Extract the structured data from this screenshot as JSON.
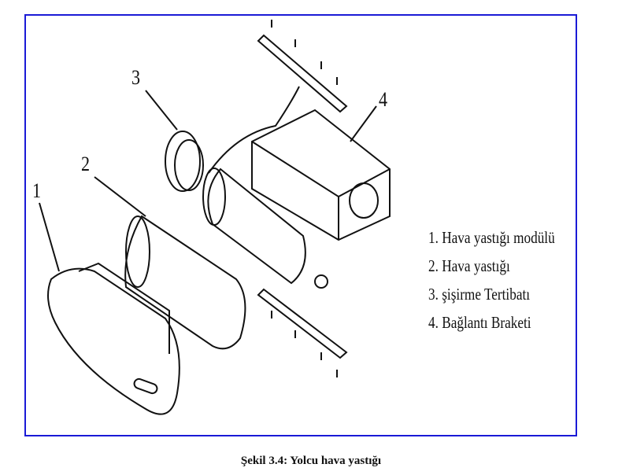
{
  "figure": {
    "callouts": [
      "1",
      "2",
      "3",
      "4"
    ],
    "legend": [
      "1. Hava yastığı modülü",
      "2. Hava yastığı",
      "3. şişirme Tertibatı",
      "4. Bağlantı Braketi"
    ],
    "caption": "Şekil 3.4: Yolcu hava yastığı",
    "border_color": "#1a1ad6"
  }
}
